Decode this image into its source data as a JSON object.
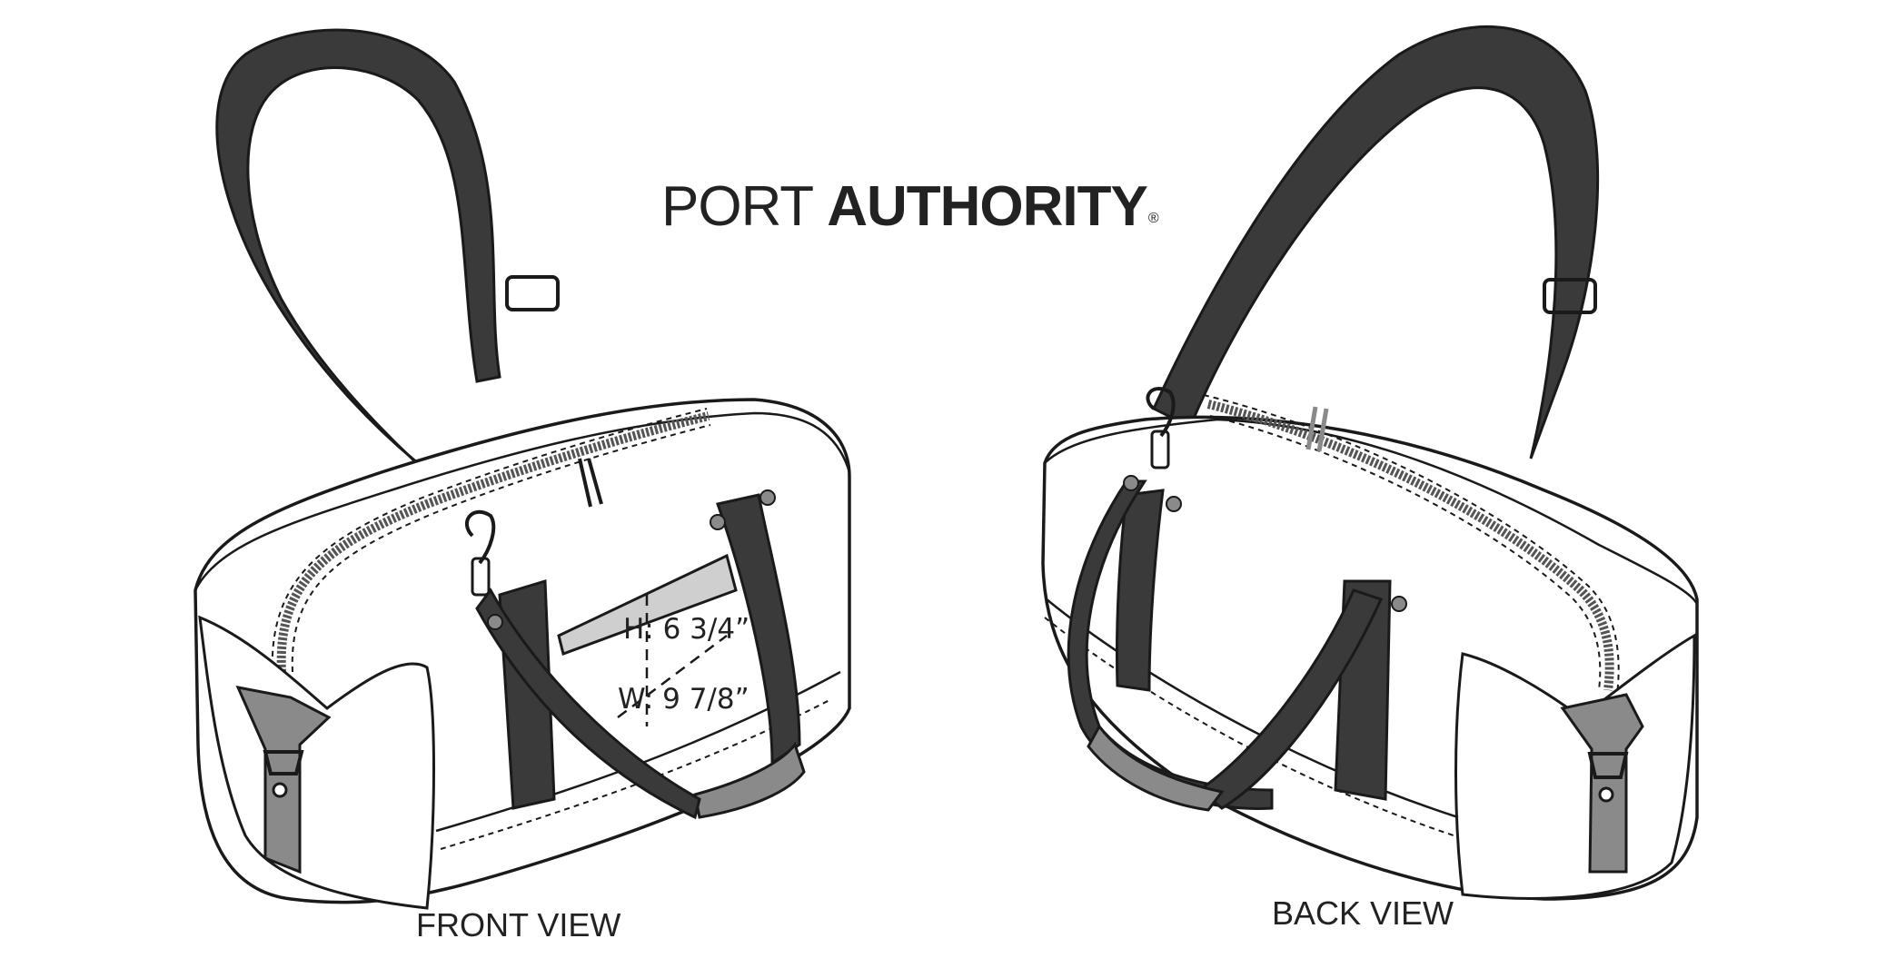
{
  "brand": {
    "logo_light": "PORT",
    "logo_bold": "AUTHORITY",
    "registered_mark": "®"
  },
  "views": {
    "front_label": "FRONT VIEW",
    "back_label": "BACK VIEW"
  },
  "dimensions": {
    "height_label": "H: 6 3/4”",
    "width_label": "W: 9 7/8”"
  },
  "colors": {
    "strap": "#3a3a3a",
    "outline": "#1a1a1a",
    "bag_body": "#ffffff",
    "trim": "#8a8a8a",
    "zipper": "#555555"
  }
}
